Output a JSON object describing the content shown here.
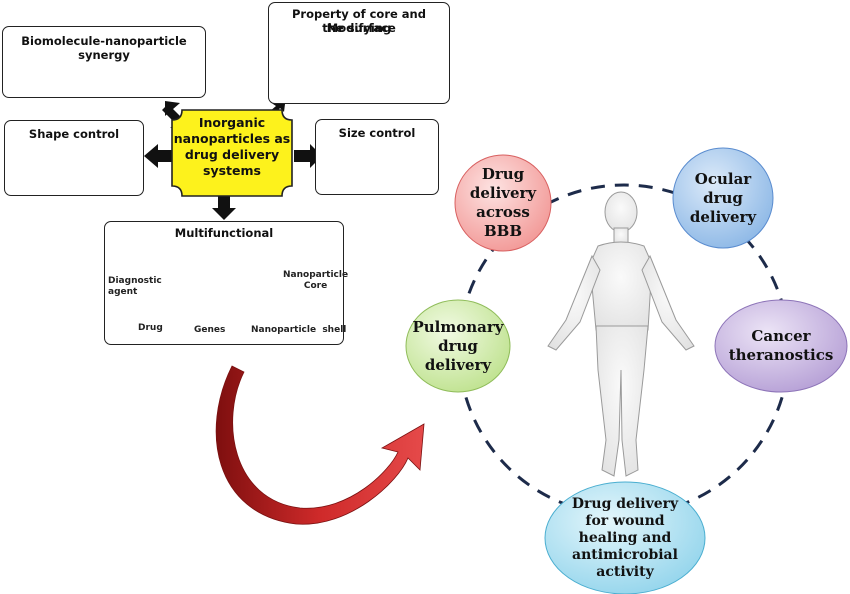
{
  "center": {
    "line1": "Inorganic",
    "line2": "nanoparticles as",
    "line3": "drug delivery",
    "line4": "systems"
  },
  "boxes": {
    "synergy": {
      "title": "Biomolecule-nanoparticle synergy"
    },
    "surface": {
      "title_line1": "Property of core and Modifying",
      "title_line2": "the surface"
    },
    "shape": {
      "title": "Shape control"
    },
    "size": {
      "title": "Size control"
    },
    "multi": {
      "title": "Multifunctional",
      "diagnostic_line1": "Diagnostic",
      "diagnostic_line2": "agent",
      "drug": "Drug",
      "genes": "Genes",
      "core_line1": "Nanoparticle",
      "core_line2": "Core",
      "shell": "Nanoparticle  shell"
    }
  },
  "applications": {
    "bbb": {
      "line1": "Drug",
      "line2": "delivery",
      "line3": "across",
      "line4": "BBB"
    },
    "ocular": {
      "line1": "Ocular",
      "line2": "drug",
      "line3": "delivery"
    },
    "cancer": {
      "line1": "Cancer",
      "line2": "theranostics"
    },
    "pulmonary": {
      "line1": "Pulmonary",
      "line2": "drug",
      "line3": "delivery"
    },
    "wound": {
      "line1": "Drug delivery",
      "line2": "for wound",
      "line3": "healing and",
      "line4": "antimicrobial",
      "line5": "activity"
    }
  },
  "colors": {
    "center_fill": "#fdf21c",
    "bbb_fill": "#f7a8a6",
    "ocular_fill": "#9fc4ea",
    "cancer_fill": "#c6b3e0",
    "pulmonary_fill": "#cfeaa6",
    "wound_fill": "#a9dff0",
    "arrow_red": "#d12b2b"
  },
  "icons": [
    "plus-icon",
    "double-arrow-icon",
    "gene-strand-icon"
  ]
}
